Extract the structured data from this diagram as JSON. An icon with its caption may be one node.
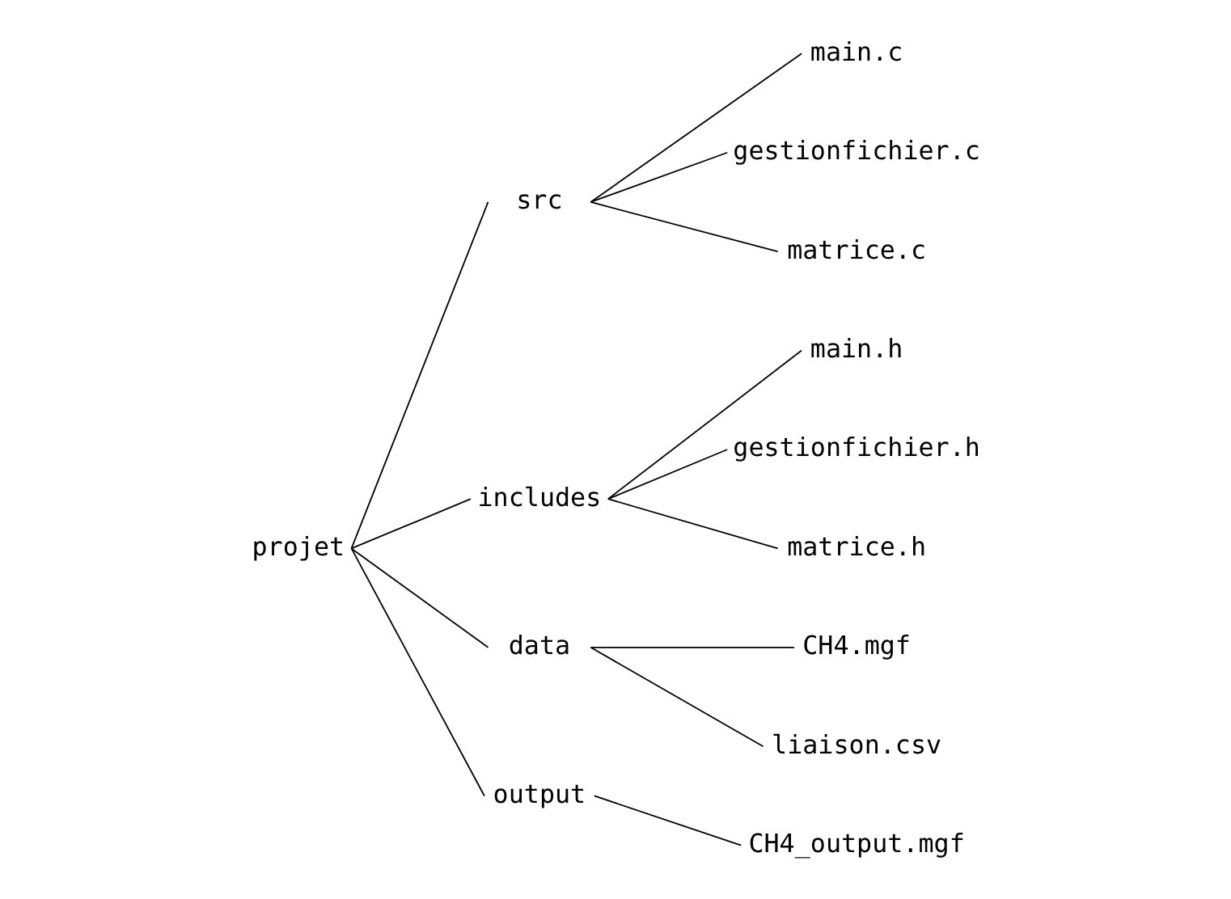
{
  "diagram": {
    "nodes": [
      {
        "text": [
          "projet"
        ]
      },
      {
        "text": [
          "src"
        ]
      },
      {
        "text": [
          "main.c"
        ]
      },
      {
        "text": [
          "gestionfichier.c"
        ]
      },
      {
        "text": [
          "matrice.c"
        ]
      },
      {
        "text": [
          "includes"
        ]
      },
      {
        "text": [
          "main.h"
        ]
      },
      {
        "text": [
          "gestionfichier.h"
        ]
      },
      {
        "text": [
          "matrice.h"
        ]
      },
      {
        "text": [
          "data"
        ]
      },
      {
        "text": [
          "CH4.mgf"
        ]
      },
      {
        "text": [
          "liaison.csv"
        ]
      },
      {
        "text": [
          "output"
        ]
      },
      {
        "text": [
          "CH4_output.mgf"
        ]
      }
    ],
    "edges": [
      {
        "from": 0,
        "to": 1,
        "arrow": "none"
      },
      {
        "from": 1,
        "to": 2,
        "arrow": "none"
      },
      {
        "from": 1,
        "to": 3,
        "arrow": "none"
      },
      {
        "from": 1,
        "to": 4,
        "arrow": "none"
      },
      {
        "from": 0,
        "to": 5,
        "arrow": "none"
      },
      {
        "from": 5,
        "to": 6,
        "arrow": "none"
      },
      {
        "from": 5,
        "to": 7,
        "arrow": "none"
      },
      {
        "from": 5,
        "to": 8,
        "arrow": "none"
      },
      {
        "from": 0,
        "to": 9,
        "arrow": "none"
      },
      {
        "from": 9,
        "to": 10,
        "arrow": "none"
      },
      {
        "from": 9,
        "to": 11,
        "arrow": "none"
      },
      {
        "from": 0,
        "to": 12,
        "arrow": "none"
      },
      {
        "from": 12,
        "to": 13,
        "arrow": "none"
      }
    ]
  }
}
